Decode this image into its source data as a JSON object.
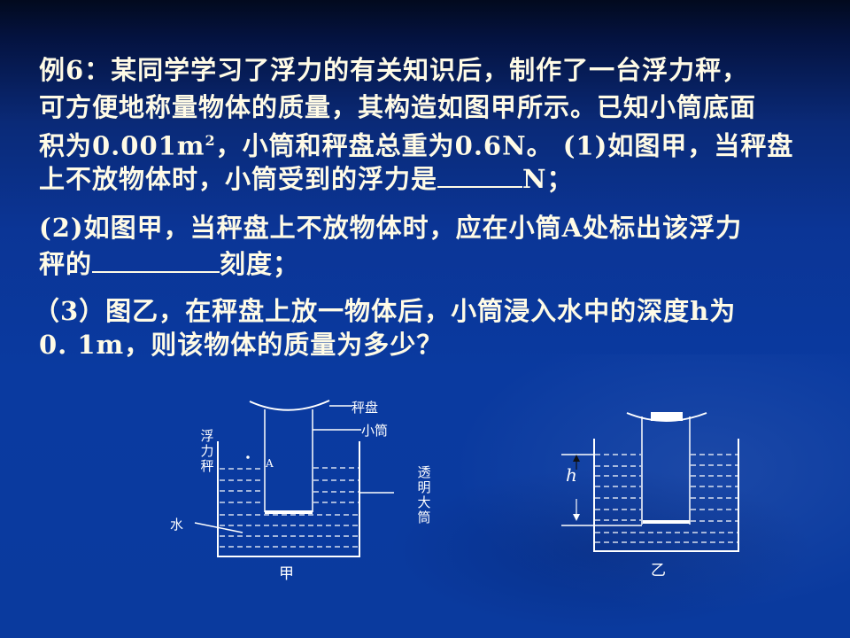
{
  "slide": {
    "lines": [
      "例6：某同学学习了浮力的有关知识后，制作了一台浮力秤，",
      "可方便地称量物体的质量，其构造如图甲所示。已知小筒底面",
      "积为0.001m",
      "2",
      "，小筒和秤盘总重为0.6N。 (1)如图甲，当秤盘",
      "上不放物体时，小筒受到的浮力是",
      "N；",
      "(2)如图甲，当秤盘上不放物体时，应在小筒A处标出该浮力",
      "秤的",
      "刻度；",
      "（3）图乙，在秤盘上放一物体后，小筒浸入水中的深度h为",
      "0. 1m，则该物体的质量为多少？"
    ]
  },
  "figure_jia": {
    "label_pan": "秤盘",
    "label_small_tube": "小筒",
    "label_scale": "浮力秤",
    "label_A": "A",
    "label_big_tube": "透明大筒",
    "label_water": "水",
    "caption": "甲"
  },
  "figure_yi": {
    "label_h": "h",
    "caption": "乙"
  },
  "colors": {
    "text": "#fffbe6",
    "background": "#0a3a9e",
    "lines": "#ffffff"
  }
}
